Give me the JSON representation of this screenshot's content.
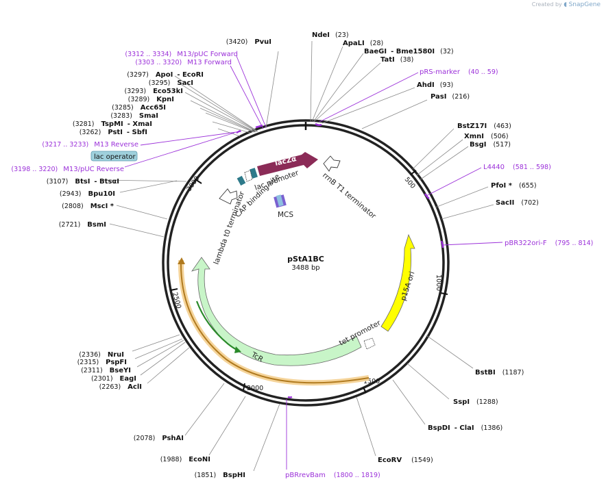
{
  "app": {
    "created_by": "Created by",
    "brand": "SnapGene"
  },
  "plasmid": {
    "name": "pStA1BC",
    "length_label": "3488 bp",
    "length": 3488
  },
  "colors": {
    "restriction": "#111111",
    "primer": "#9b30d9",
    "lacZa": "#8b2b57",
    "lac_operator": "#8ec0cf",
    "p15A_ori": "#ffff00",
    "TcR": "#c8f5c8",
    "orf": "#f0b34a",
    "orf_inner": "#2a8a2a"
  },
  "ticks": [
    "500",
    "1000",
    "1500",
    "2000",
    "2500",
    "3000"
  ],
  "enzymes": [
    {
      "name": "NdeI",
      "pos": "(23)"
    },
    {
      "name": "ApaLI",
      "pos": "(28)"
    },
    {
      "name": "BaeGI",
      "extra": "- Bme1580I",
      "pos": "(32)"
    },
    {
      "name": "TatI",
      "pos": "(38)"
    },
    {
      "name": "AhdI",
      "pos": "(93)"
    },
    {
      "name": "PasI",
      "pos": "(216)"
    },
    {
      "name": "BstZ17I",
      "pos": "(463)"
    },
    {
      "name": "XmnI",
      "pos": "(506)"
    },
    {
      "name": "BsgI",
      "pos": "(517)"
    },
    {
      "name": "PfoI *",
      "pos": "(655)"
    },
    {
      "name": "SacII",
      "pos": "(702)"
    },
    {
      "name": "BstBI",
      "pos": "(1187)"
    },
    {
      "name": "SspI",
      "pos": "(1288)"
    },
    {
      "name": "BspDI",
      "extra": "- ClaI",
      "pos": "(1386)"
    },
    {
      "name": "EcoRV",
      "pos": "(1549)"
    },
    {
      "name": "BspHI",
      "pos": "(1851)"
    },
    {
      "name": "EcoNI",
      "pos": "(1988)"
    },
    {
      "name": "PshAI",
      "pos": "(2078)"
    },
    {
      "name": "AclI",
      "pos": "(2263)"
    },
    {
      "name": "EagI",
      "pos": "(2301)"
    },
    {
      "name": "BseYI",
      "pos": "(2311)"
    },
    {
      "name": "PspFI",
      "pos": "(2315)"
    },
    {
      "name": "NruI",
      "pos": "(2336)"
    },
    {
      "name": "BsmI",
      "pos": "(2721)"
    },
    {
      "name": "MscI *",
      "pos": "(2808)"
    },
    {
      "name": "Bpu10I",
      "pos": "(2943)"
    },
    {
      "name": "BtsI",
      "extra": "- BtsαI",
      "pos": "(3107)"
    },
    {
      "name": "PstI",
      "extra": "- SbfI",
      "pos": "(3262)"
    },
    {
      "name": "TspMI",
      "extra": "- XmaI",
      "pos": "(3281)"
    },
    {
      "name": "SmaI",
      "pos": "(3283)"
    },
    {
      "name": "Acc65I",
      "pos": "(3285)"
    },
    {
      "name": "KpnI",
      "pos": "(3289)"
    },
    {
      "name": "Eco53kI",
      "pos": "(3293)"
    },
    {
      "name": "SacI",
      "pos": "(3295)"
    },
    {
      "name": "ApoI",
      "extra": "- EcoRI",
      "pos": "(3297)"
    },
    {
      "name": "PvuI",
      "pos": "(3420)"
    }
  ],
  "primers": [
    {
      "name": "pRS-marker",
      "pos": "(40 .. 59)"
    },
    {
      "name": "L4440",
      "pos": "(581 .. 598)"
    },
    {
      "name": "pBR322ori-F",
      "pos": "(795 .. 814)"
    },
    {
      "name": "pBRrevBam",
      "pos": "(1800 .. 1819)"
    },
    {
      "name": "M13/pUC Forward",
      "pos": "(3312 .. 3334)"
    },
    {
      "name": "M13 Forward",
      "pos": "(3303 .. 3320)"
    },
    {
      "name": "M13 Reverse",
      "pos": "(3217 .. 3233)"
    },
    {
      "name": "M13/pUC Reverse",
      "pos": "(3198 .. 3220)"
    }
  ],
  "features": {
    "lacZa": "lacZα",
    "lac_operator": "lac operator",
    "rrnB": "rrnB T1 terminator",
    "lac_promoter": "lac promoter",
    "cap": "CAP binding site",
    "mcs": "MCS",
    "lambda": "lambda t0 terminator",
    "p15a": "p15A ori",
    "tet": "tet promoter",
    "tcr": "TcR"
  }
}
